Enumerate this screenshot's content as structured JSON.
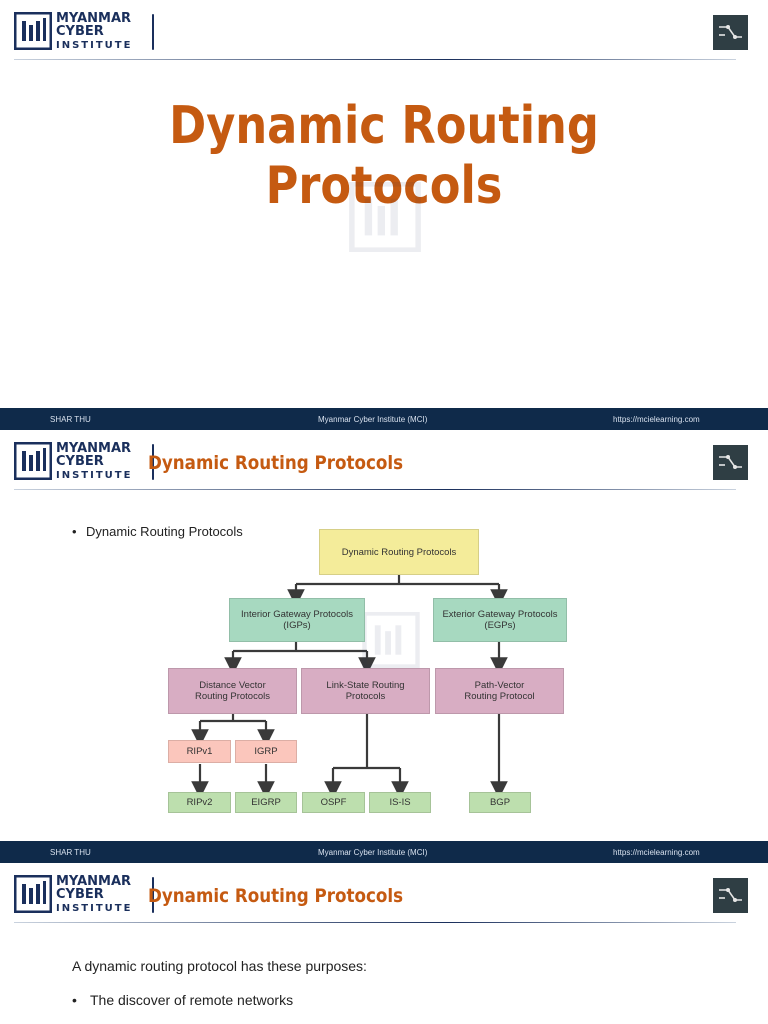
{
  "brand": {
    "line1": "MYANMAR",
    "line2": "CYBER",
    "line3": "INSTITUTE",
    "color": "#1a2f5c",
    "accent": "#c55a11"
  },
  "footer": {
    "left": "SHAR THU",
    "center": "Myanmar Cyber Institute (MCI)",
    "right": "https://mcielearning.com"
  },
  "slide1": {
    "title": "Dynamic Routing Protocols"
  },
  "slide2": {
    "header_title": "Dynamic Routing Protocols",
    "bullet": "Dynamic Routing Protocols",
    "diagram": {
      "root": "Dynamic Routing Protocols",
      "igp": [
        "Interior Gateway Protocols",
        "(IGPs)"
      ],
      "egp": [
        "Exterior Gateway Protocols",
        "(EGPs)"
      ],
      "dv": [
        "Distance Vector",
        "Routing Protocols"
      ],
      "ls": [
        "Link-State Routing",
        "Protocols"
      ],
      "pv": [
        "Path-Vector",
        "Routing Protocol"
      ],
      "ripv1": "RIPv1",
      "igrp": "IGRP",
      "ripv2": "RIPv2",
      "eigrp": "EIGRP",
      "ospf": "OSPF",
      "isis": "IS-IS",
      "bgp": "BGP"
    }
  },
  "slide3": {
    "header_title": "Dynamic Routing Protocols",
    "intro": "A dynamic routing protocol has these purposes:",
    "bullet1": "The discover of remote networks"
  }
}
